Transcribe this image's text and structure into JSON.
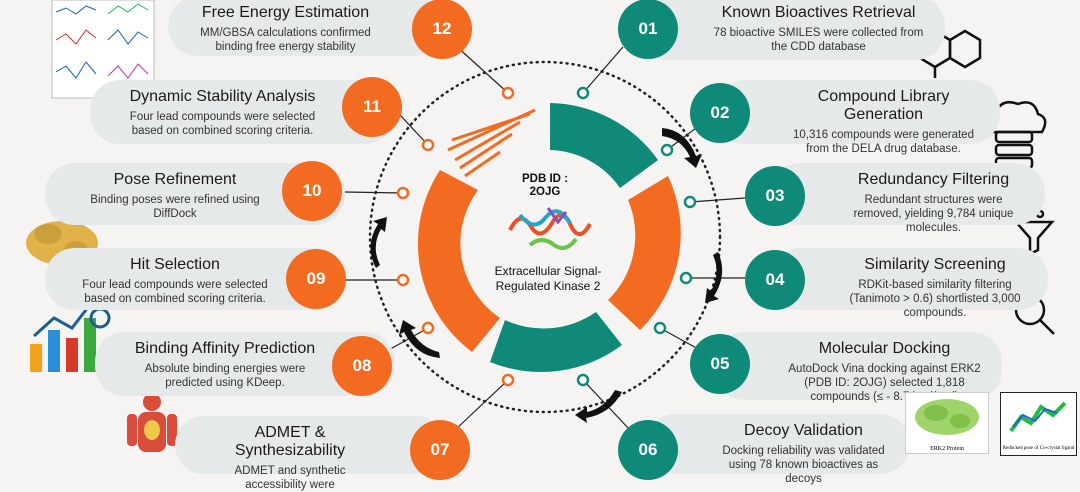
{
  "center": {
    "pdb_label": "PDB ID :",
    "pdb_id": "2OJG",
    "protein_line1": "Extracellular Signal-",
    "protein_line2": "Regulated Kinase 2"
  },
  "steps": [
    {
      "num": "01",
      "title": "Known Bioactives Retrieval",
      "desc": "78 bioactive SMILES were collected from the CDD database",
      "color": "#0f8a78"
    },
    {
      "num": "02",
      "title": "Compound Library Generation",
      "desc": "10,316 compounds were generated from the DELA drug database.",
      "color": "#0f8a78"
    },
    {
      "num": "03",
      "title": "Redundancy Filtering",
      "desc": "Redundant structures were removed, yielding 9,784 unique molecules.",
      "color": "#0f8a78"
    },
    {
      "num": "04",
      "title": "Similarity Screening",
      "desc": "RDKit-based similarity filtering (Tanimoto > 0.6) shortlisted 3,000 compounds.",
      "color": "#0f8a78"
    },
    {
      "num": "05",
      "title": "Molecular Docking",
      "desc": "AutoDock Vina docking against ERK2 (PDB ID: 2OJG) selected 1,818 compounds (≤ - 8.7 kcal/mol)",
      "color": "#0f8a78"
    },
    {
      "num": "06",
      "title": "Decoy Validation",
      "desc": "Docking reliability was validated using 78 known bioactives as decoys",
      "color": "#0f8a78"
    },
    {
      "num": "07",
      "title": "ADMET & Synthesizability",
      "desc": "ADMET and synthetic accessibility were",
      "color": "#f26b21"
    },
    {
      "num": "08",
      "title": "Binding Affinity Prediction",
      "desc": "Absolute binding energies were predicted using KDeep.",
      "color": "#f26b21"
    },
    {
      "num": "09",
      "title": "Hit Selection",
      "desc": "Four lead compounds were selected based on combined scoring criteria.",
      "color": "#f26b21"
    },
    {
      "num": "10",
      "title": "Pose Refinement",
      "desc": "Binding poses were refined using DiffDock",
      "color": "#f26b21"
    },
    {
      "num": "11",
      "title": "Dynamic Stability Analysis",
      "desc": "Four lead compounds were selected based on combined scoring criteria.",
      "color": "#f26b21"
    },
    {
      "num": "12",
      "title": "Free Energy Estimation",
      "desc": "MM/GBSA calculations confirmed binding free energy stability",
      "color": "#f26b21"
    }
  ],
  "thumbnails": {
    "erk2_label": "ERK2 Protein",
    "redocked_label": "Redocked pose of Co-crystal ligand"
  },
  "colors": {
    "orange": "#f26b21",
    "teal": "#0f8a78",
    "card": "#e6e9ea"
  }
}
